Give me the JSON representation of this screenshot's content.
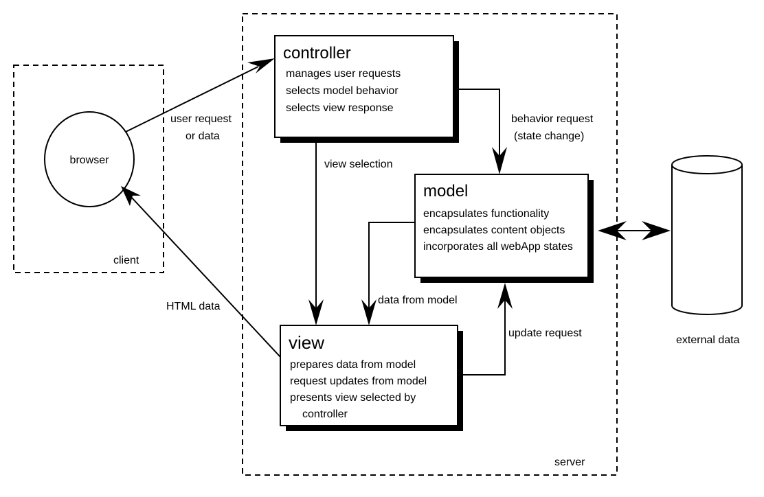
{
  "regions": {
    "client_label": "client",
    "server_label": "server"
  },
  "browser": {
    "label": "browser"
  },
  "controller": {
    "title": "controller",
    "lines": [
      "manages user requests",
      "selects model behavior",
      "selects view response"
    ]
  },
  "model": {
    "title": "model",
    "lines": [
      "encapsulates functionality",
      "encapsulates content objects",
      "incorporates all webApp states"
    ]
  },
  "view": {
    "title": "view",
    "lines": [
      "prepares data from model",
      "request updates from model",
      "presents view selected by",
      "controller"
    ]
  },
  "external": {
    "label": "external data"
  },
  "connections": {
    "user_request_1": "user request",
    "user_request_2": "or data",
    "behavior_request_1": "behavior request",
    "behavior_request_2": "(state change)",
    "view_selection": "view selection",
    "data_from_model": "data from model",
    "update_request": "update request",
    "html_data": "HTML data"
  }
}
